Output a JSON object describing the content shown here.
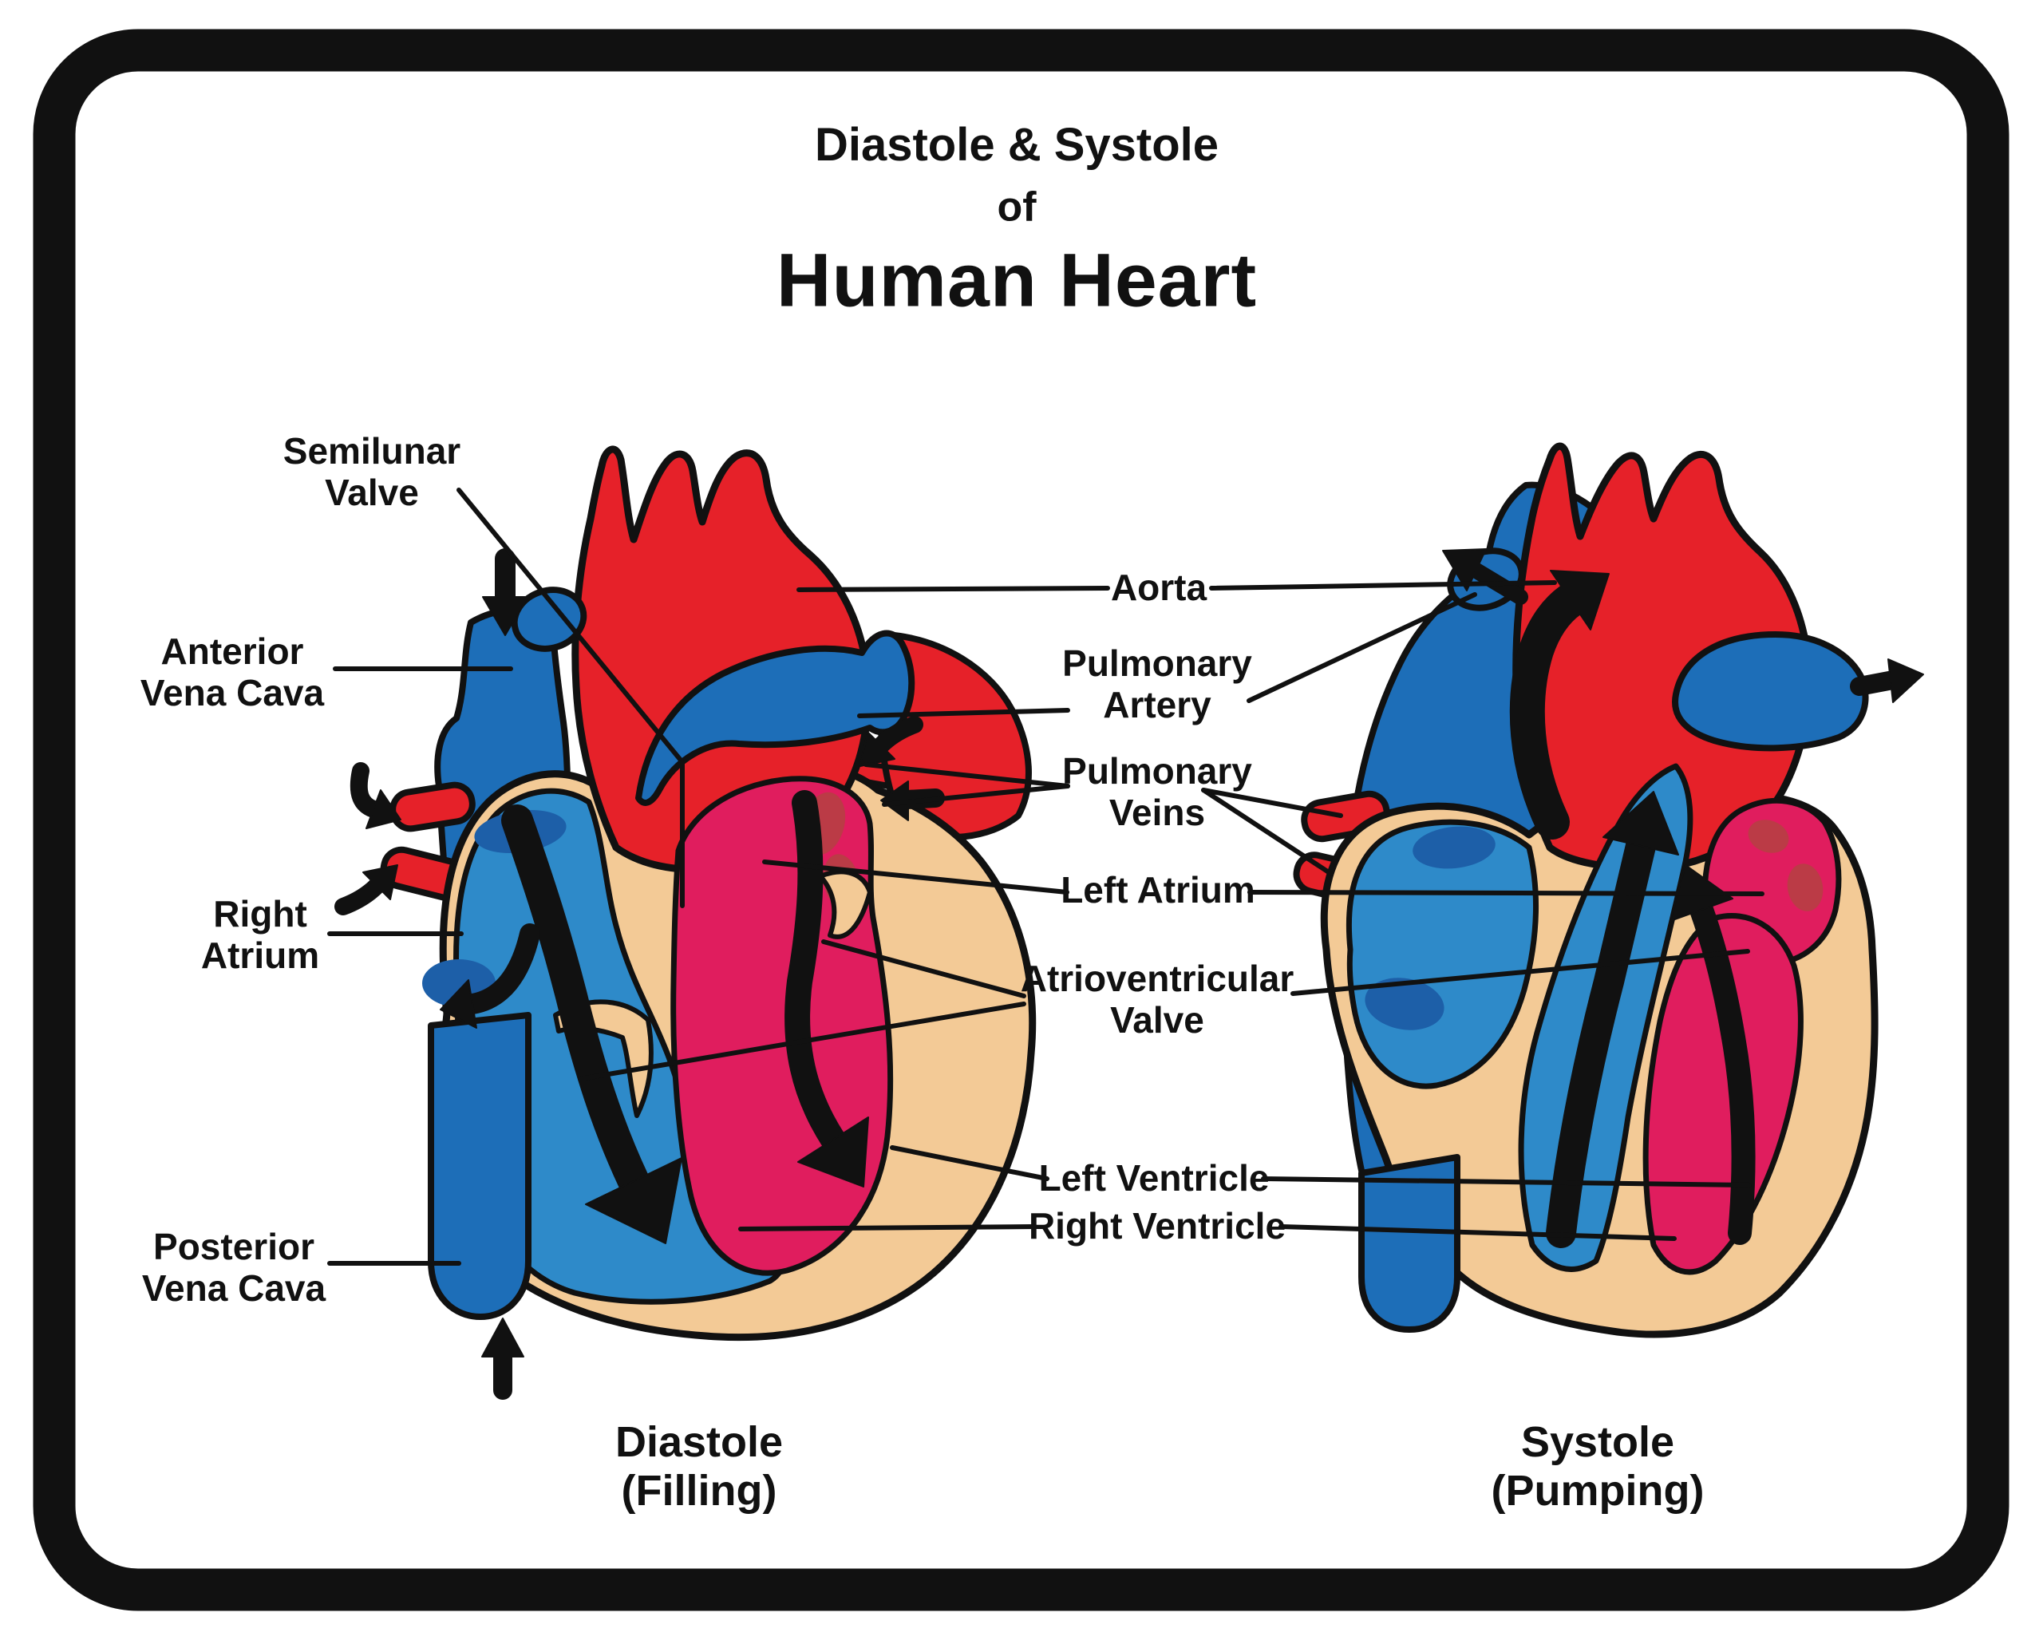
{
  "title": {
    "line1": "Diastole & Systole",
    "line2": "of",
    "line3": "Human Heart"
  },
  "labels": {
    "semilunar_valve": "Semilunar\nValve",
    "anterior_vena_cava": "Anterior\nVena Cava",
    "right_atrium": "Right\nAtrium",
    "posterior_vena_cava": "Posterior\nVena Cava",
    "aorta": "Aorta",
    "pulmonary_artery": "Pulmonary\nArtery",
    "pulmonary_veins": "Pulmonary\nVeins",
    "left_atrium": "Left Atrium",
    "atrioventricular_valve": "Atrioventricular\nValve",
    "left_ventricle": "Left Ventricle",
    "right_ventricle": "Right Ventricle"
  },
  "captions": {
    "diastole": "Diastole\n(Filling)",
    "systole": "Systole\n(Pumping)"
  },
  "colors": {
    "red": "#e62129",
    "blue": "#1d6eb8",
    "light_blue": "#2e8ac9",
    "dark_blue": "#1d5fa8",
    "tan": "#f3ca96",
    "crimson": "#e01d5e",
    "dark_crimson": "#bb3b46",
    "black": "#111111",
    "background": "#ffffff"
  }
}
